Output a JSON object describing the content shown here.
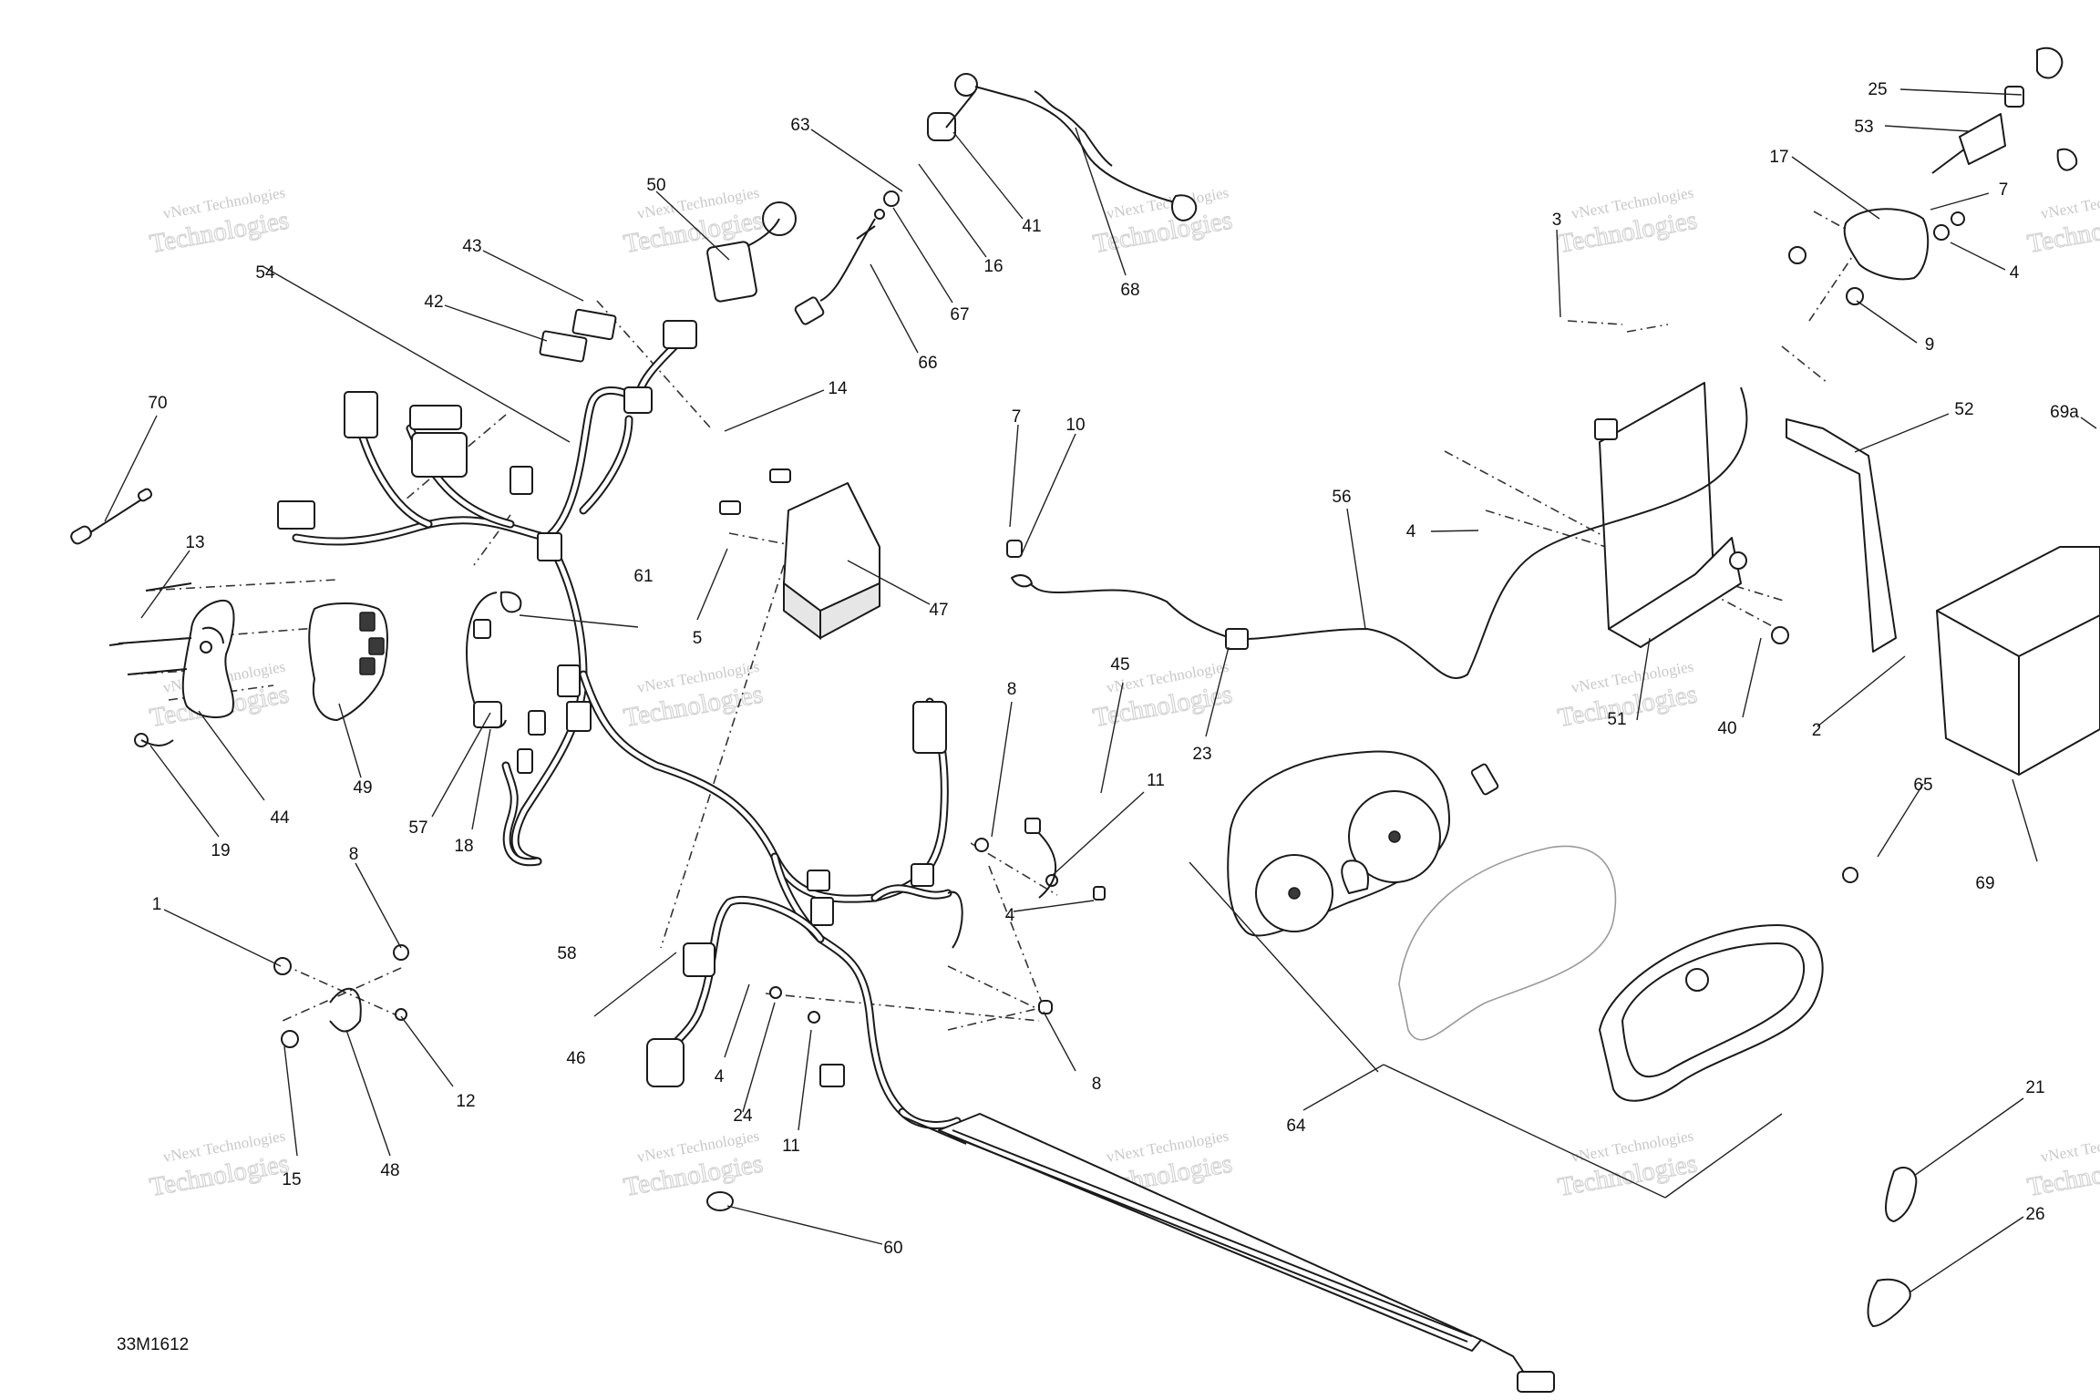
{
  "diagram_code": "33M1612",
  "watermark": {
    "line1": "vNext Technologies",
    "line2": "Technologies"
  },
  "callouts": [
    {
      "id": "c25",
      "text": "25"
    },
    {
      "id": "c53",
      "text": "53"
    },
    {
      "id": "c17",
      "text": "17"
    },
    {
      "id": "c7a",
      "text": "7"
    },
    {
      "id": "c4a",
      "text": "4"
    },
    {
      "id": "c3",
      "text": "3"
    },
    {
      "id": "c9",
      "text": "9"
    },
    {
      "id": "c52",
      "text": "52"
    },
    {
      "id": "c69a",
      "text": "69a"
    },
    {
      "id": "c63",
      "text": "63"
    },
    {
      "id": "c41",
      "text": "41"
    },
    {
      "id": "c16",
      "text": "16"
    },
    {
      "id": "c67",
      "text": "67"
    },
    {
      "id": "c66",
      "text": "66"
    },
    {
      "id": "c68",
      "text": "68"
    },
    {
      "id": "c50",
      "text": "50"
    },
    {
      "id": "c43",
      "text": "43"
    },
    {
      "id": "c42",
      "text": "42"
    },
    {
      "id": "c54",
      "text": "54"
    },
    {
      "id": "c14",
      "text": "14"
    },
    {
      "id": "c70",
      "text": "70"
    },
    {
      "id": "c13",
      "text": "13"
    },
    {
      "id": "c7b",
      "text": "7"
    },
    {
      "id": "c10",
      "text": "10"
    },
    {
      "id": "c56",
      "text": "56"
    },
    {
      "id": "c4b",
      "text": "4"
    },
    {
      "id": "c5",
      "text": "5"
    },
    {
      "id": "c47",
      "text": "47"
    },
    {
      "id": "c61",
      "text": "61"
    },
    {
      "id": "c44",
      "text": "44"
    },
    {
      "id": "c49",
      "text": "49"
    },
    {
      "id": "c19",
      "text": "19"
    },
    {
      "id": "c57",
      "text": "57"
    },
    {
      "id": "c18",
      "text": "18"
    },
    {
      "id": "c51",
      "text": "51"
    },
    {
      "id": "c40",
      "text": "40"
    },
    {
      "id": "c2",
      "text": "2"
    },
    {
      "id": "c23",
      "text": "23"
    },
    {
      "id": "c45",
      "text": "45"
    },
    {
      "id": "c8a",
      "text": "8"
    },
    {
      "id": "c11a",
      "text": "11"
    },
    {
      "id": "c4c",
      "text": "4"
    },
    {
      "id": "c65",
      "text": "65"
    },
    {
      "id": "c69",
      "text": "69"
    },
    {
      "id": "c8b",
      "text": "8"
    },
    {
      "id": "c1",
      "text": "1"
    },
    {
      "id": "c12",
      "text": "12"
    },
    {
      "id": "c15",
      "text": "15"
    },
    {
      "id": "c48",
      "text": "48"
    },
    {
      "id": "c58",
      "text": "58"
    },
    {
      "id": "c46",
      "text": "46"
    },
    {
      "id": "c4d",
      "text": "4"
    },
    {
      "id": "c24",
      "text": "24"
    },
    {
      "id": "c11b",
      "text": "11"
    },
    {
      "id": "c8c",
      "text": "8"
    },
    {
      "id": "c64",
      "text": "64"
    },
    {
      "id": "c21",
      "text": "21"
    },
    {
      "id": "c26",
      "text": "26"
    },
    {
      "id": "c60",
      "text": "60"
    }
  ]
}
